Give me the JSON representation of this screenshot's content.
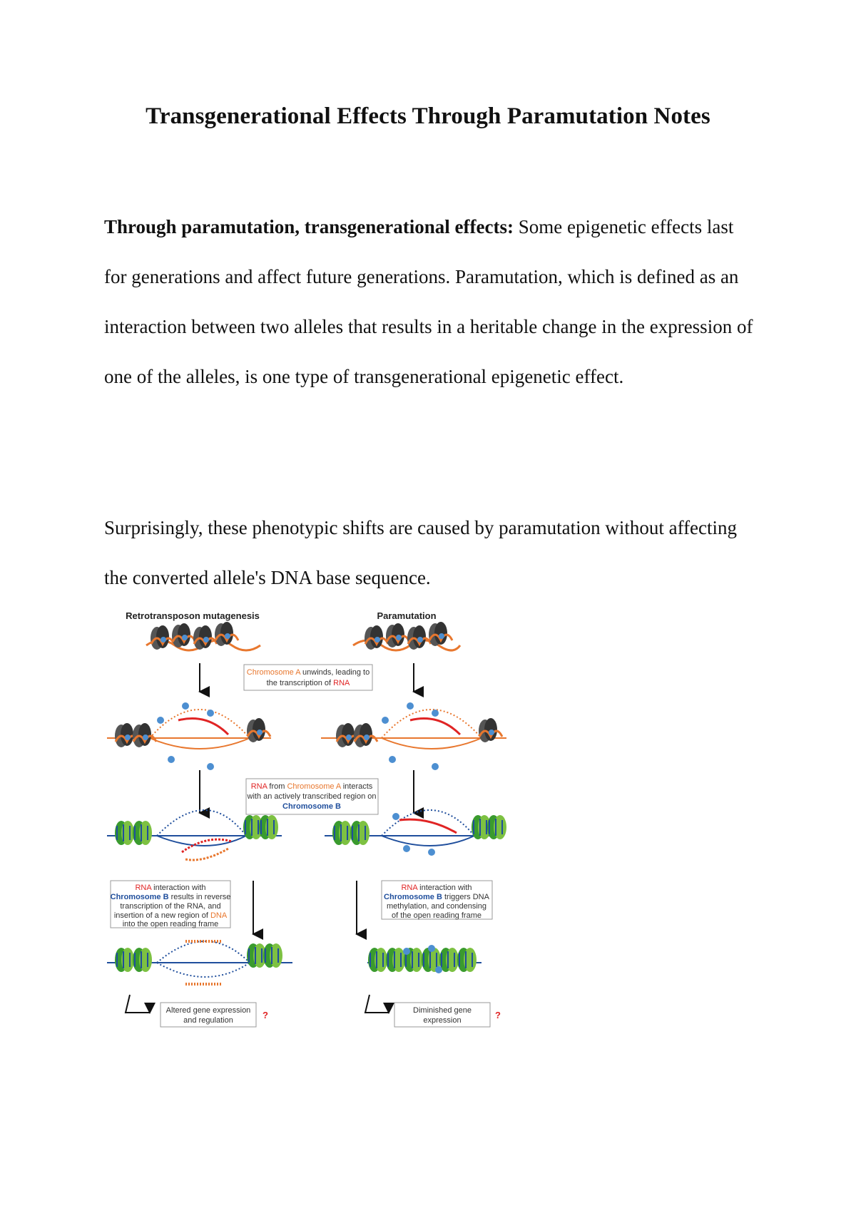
{
  "title": "Transgenerational Effects Through Paramutation Notes",
  "paragraph1": {
    "lead": "Through paramutation, transgenerational effects:",
    "body": " Some epigenetic effects last for generations and affect future generations. Paramutation, which is defined as an interaction between two alleles that results in a heritable change in the expression of one of the alleles, is one type of transgenerational epigenetic effect."
  },
  "paragraph2": "Surprisingly, these phenotypic shifts are caused by paramutation without affecting the converted allele's DNA base sequence.",
  "figure": {
    "left_heading": "Retrotransposon mutagenesis",
    "right_heading": "Paramutation",
    "box1": {
      "a": "Chromosome A",
      "b": " unwinds, leading to",
      "c": "the transcription of ",
      "d": "RNA"
    },
    "box2": {
      "a": "RNA",
      "b": " from ",
      "c": "Chromosome A",
      "d": " interacts",
      "e": "with an actively transcribed region on",
      "f": "Chromosome B"
    },
    "box3": {
      "a": "RNA",
      "b": " interaction with",
      "c": "Chromosome B",
      "d": " results in reverse",
      "e": "transcription of the RNA, and",
      "f": "insertion of a new region of ",
      "g": "DNA",
      "h": "into the open reading frame"
    },
    "box4": {
      "a": "RNA",
      "b": " interaction with",
      "c": "Chromosome B",
      "d": " triggers DNA",
      "e": "methylation, and condensing",
      "f": "of the open reading frame"
    },
    "result_left": {
      "l1": "Altered gene expression",
      "l2": "and regulation"
    },
    "result_right": {
      "l1": "Diminished gene",
      "l2": "expression"
    },
    "question_mark": "?"
  },
  "colors": {
    "orange": "#e8772e",
    "red": "#e02424",
    "blue": "#1f4e9c",
    "green": "#3a9b2e"
  }
}
